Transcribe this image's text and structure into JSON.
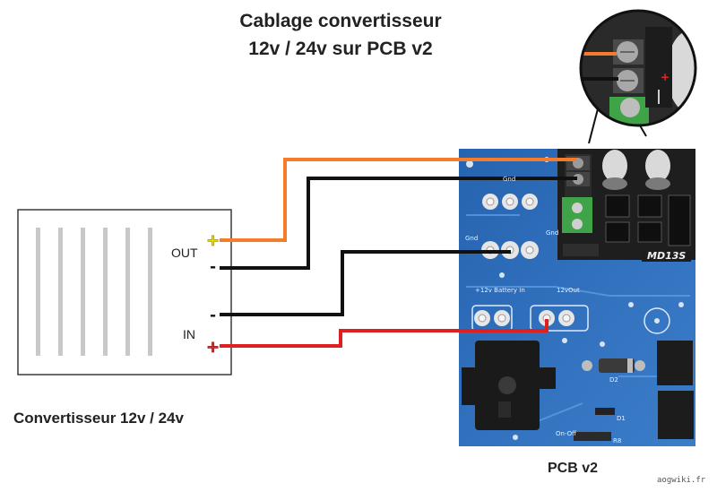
{
  "title_line1": "Cablage convertisseur",
  "title_line2": "12v / 24v sur PCB v2",
  "converter": {
    "label": "Convertisseur 12v / 24v",
    "out_label": "OUT",
    "in_label": "IN",
    "plus": "+",
    "minus": "-"
  },
  "pcb": {
    "label": "PCB v2",
    "module_label": "MD13S",
    "silk_gnd": "Gnd",
    "silk_battery": "+12v Battery In",
    "silk_12vout": "12vOut",
    "silk_d2": "D2",
    "silk_d1": "D1",
    "silk_r8": "R8",
    "silk_onoff": "On-Off"
  },
  "watermark": "aogwiki.fr",
  "colors": {
    "wire_positive_out": "#f47c2a",
    "wire_negative": "#111111",
    "wire_positive_in": "#e02020",
    "pcb": "#2b6fc0",
    "plus_out": "#f2e200",
    "plus_in": "#e0282c"
  }
}
